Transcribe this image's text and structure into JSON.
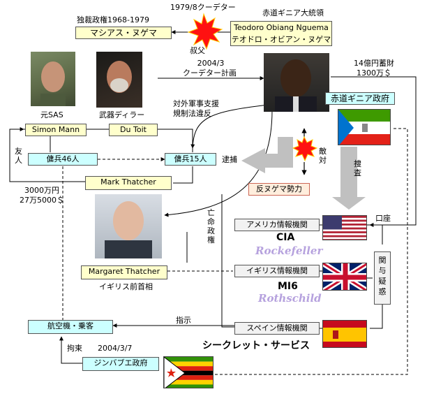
{
  "coup_date": "1979/8クーデター",
  "dictator_era": "独裁政権1968-1979",
  "macias_name": "マシアス・ヌゲマ",
  "uncle_label": "叔父",
  "president_title": "赤道ギニア大統領",
  "president_name_en": "Teodoro Obiang Nguema",
  "president_name_jp": "テオドロ・オビアン・ヌゲマ",
  "coup_plan_date": "2004/3",
  "coup_plan_label": "クーデター計画",
  "wealth_line1": "14億円蓄財",
  "wealth_line2": "1300万＄",
  "ex_sas_label": "元SAS",
  "arms_dealer_label": "武器ディラー",
  "military_support_line1": "対外軍事支援",
  "military_support_line2": "規制法違反",
  "eg_government_label": "赤道ギニア政府",
  "simon_mann_label": "Simon Mann",
  "du_toit_label": "Du Toit",
  "friend_label": "友人",
  "hostile_label": "敵対",
  "mercenaries46_label": "傭兵46人",
  "mercenaries15_label": "傭兵15人",
  "arrest_label": "逮捕",
  "investigation_label": "捜査",
  "mark_thatcher_label": "Mark Thatcher",
  "money_line1": "3000万円",
  "money_line2": "27万5000＄",
  "anti_nguema_label": "反ヌゲマ勢力",
  "asylum_label": "亡命政権",
  "us_intel_label": "アメリカ情報機関",
  "account_label": "口座",
  "cia_label": "CIA",
  "rockefeller_label": "Rockefeller",
  "margaret_thatcher_label": "Margaret Thatcher",
  "ex_pm_label": "イギリス前首相",
  "uk_intel_label": "イギリス情報機関",
  "involvement_label": "関与疑惑",
  "mi6_label": "MI6",
  "rothschild_label": "Rothschild",
  "instruction_label": "指示",
  "aircraft_label": "航空機・乗客",
  "spain_intel_label": "スペイン情報機関",
  "detention_label": "拘束",
  "detention_date": "2004/3/7",
  "secret_service_label": "シークレット・サービス",
  "zimbabwe_gov_label": "ジンバブエ政府"
}
